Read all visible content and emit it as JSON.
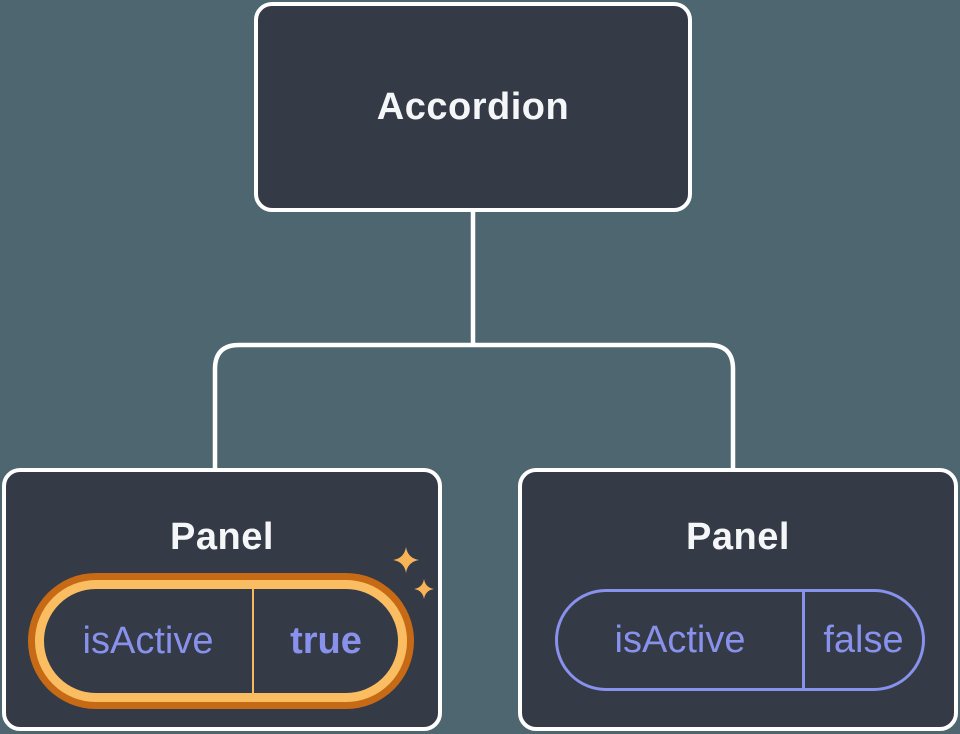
{
  "diagram": {
    "tree": {
      "root": {
        "label": "Accordion"
      },
      "children": [
        {
          "label": "Panel",
          "state_key": "isActive",
          "state_value": "true",
          "highlighted": true
        },
        {
          "label": "Panel",
          "state_key": "isActive",
          "state_value": "false",
          "highlighted": false
        }
      ]
    },
    "colors": {
      "background": "#4D6670",
      "node_fill": "#343A46",
      "node_border": "#FFFFFF",
      "connector_line": "#FFFFFF",
      "title_text": "#F5F6F8",
      "state_text": "#8891EC",
      "inactive_pill_border": "#8891EC",
      "highlight_ring_outer": "#C76A15",
      "highlight_ring_inner": "#FABD62",
      "highlight_divider": "#F8BA61",
      "sparkle": "#F6B357"
    }
  }
}
